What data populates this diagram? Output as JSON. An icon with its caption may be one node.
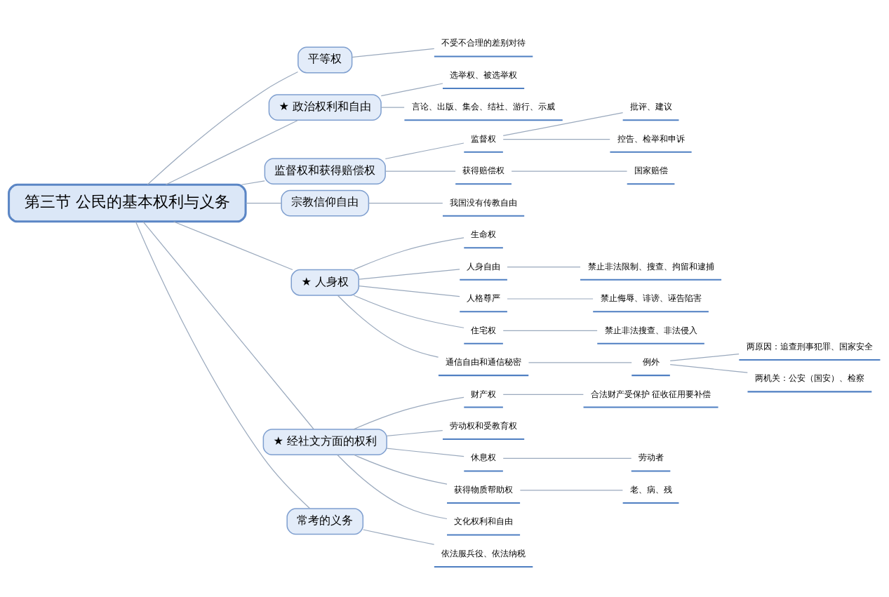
{
  "diagram": {
    "nodes": [
      {
        "text": [
          "第三节 公民的基本权利与义务"
        ]
      },
      {
        "text": [
          "平等权"
        ]
      },
      {
        "text": [
          "不受不合理的差别对待"
        ]
      },
      {
        "text": [
          "★ 政治权利和自由"
        ]
      },
      {
        "text": [
          "选举权、被选举权"
        ]
      },
      {
        "text": [
          "言论、出版、集会、结社、游行、示威"
        ]
      },
      {
        "text": [
          "监督权和获得赔偿权"
        ]
      },
      {
        "text": [
          "监督权"
        ]
      },
      {
        "text": [
          "批评、建议"
        ]
      },
      {
        "text": [
          "控告、检举和申诉"
        ]
      },
      {
        "text": [
          "获得赔偿权"
        ]
      },
      {
        "text": [
          "国家赔偿"
        ]
      },
      {
        "text": [
          "宗教信仰自由"
        ]
      },
      {
        "text": [
          "我国没有传教自由"
        ]
      },
      {
        "text": [
          "★ 人身权"
        ]
      },
      {
        "text": [
          "生命权"
        ]
      },
      {
        "text": [
          "人身自由"
        ]
      },
      {
        "text": [
          "禁止非法限制、搜查、拘留和逮捕"
        ]
      },
      {
        "text": [
          "人格尊严"
        ]
      },
      {
        "text": [
          "禁止侮辱、诽谤、诬告陷害"
        ]
      },
      {
        "text": [
          "住宅权"
        ]
      },
      {
        "text": [
          "禁止非法搜查、非法侵入"
        ]
      },
      {
        "text": [
          "通信自由和通信秘密"
        ]
      },
      {
        "text": [
          "例外"
        ]
      },
      {
        "text": [
          "两原因：追查刑事犯罪、国家安全"
        ]
      },
      {
        "text": [
          "两机关：公安（国安）、检察"
        ]
      },
      {
        "text": [
          "★ 经社文方面的权利"
        ]
      },
      {
        "text": [
          "财产权"
        ]
      },
      {
        "text": [
          "合法财产受保护 征收征用要补偿"
        ]
      },
      {
        "text": [
          "劳动权和受教育权"
        ]
      },
      {
        "text": [
          "休息权"
        ]
      },
      {
        "text": [
          "劳动者"
        ]
      },
      {
        "text": [
          "获得物质帮助权"
        ]
      },
      {
        "text": [
          "老、病、残"
        ]
      },
      {
        "text": [
          "文化权利和自由"
        ]
      },
      {
        "text": [
          "常考的义务"
        ]
      },
      {
        "text": [
          "依法服兵役、依法纳税"
        ]
      }
    ],
    "edges": [
      {
        "from": 0,
        "to": 1,
        "arrow": "none"
      },
      {
        "from": 1,
        "to": 2,
        "arrow": "none"
      },
      {
        "from": 0,
        "to": 3,
        "arrow": "none"
      },
      {
        "from": 3,
        "to": 4,
        "arrow": "none"
      },
      {
        "from": 3,
        "to": 5,
        "arrow": "none"
      },
      {
        "from": 0,
        "to": 6,
        "arrow": "none"
      },
      {
        "from": 6,
        "to": 7,
        "arrow": "none"
      },
      {
        "from": 7,
        "to": 8,
        "arrow": "none"
      },
      {
        "from": 7,
        "to": 9,
        "arrow": "none"
      },
      {
        "from": 6,
        "to": 10,
        "arrow": "none"
      },
      {
        "from": 10,
        "to": 11,
        "arrow": "none"
      },
      {
        "from": 0,
        "to": 12,
        "arrow": "none"
      },
      {
        "from": 12,
        "to": 13,
        "arrow": "none"
      },
      {
        "from": 0,
        "to": 14,
        "arrow": "none"
      },
      {
        "from": 14,
        "to": 15,
        "arrow": "none"
      },
      {
        "from": 14,
        "to": 16,
        "arrow": "none"
      },
      {
        "from": 16,
        "to": 17,
        "arrow": "none"
      },
      {
        "from": 14,
        "to": 18,
        "arrow": "none"
      },
      {
        "from": 18,
        "to": 19,
        "arrow": "none"
      },
      {
        "from": 14,
        "to": 20,
        "arrow": "none"
      },
      {
        "from": 20,
        "to": 21,
        "arrow": "none"
      },
      {
        "from": 14,
        "to": 22,
        "arrow": "none"
      },
      {
        "from": 22,
        "to": 23,
        "arrow": "none"
      },
      {
        "from": 23,
        "to": 24,
        "arrow": "none"
      },
      {
        "from": 23,
        "to": 25,
        "arrow": "none"
      },
      {
        "from": 0,
        "to": 26,
        "arrow": "none"
      },
      {
        "from": 26,
        "to": 27,
        "arrow": "none"
      },
      {
        "from": 27,
        "to": 28,
        "arrow": "none"
      },
      {
        "from": 26,
        "to": 29,
        "arrow": "none"
      },
      {
        "from": 26,
        "to": 30,
        "arrow": "none"
      },
      {
        "from": 30,
        "to": 31,
        "arrow": "none"
      },
      {
        "from": 26,
        "to": 32,
        "arrow": "none"
      },
      {
        "from": 32,
        "to": 33,
        "arrow": "none"
      },
      {
        "from": 26,
        "to": 34,
        "arrow": "none"
      },
      {
        "from": 0,
        "to": 35,
        "arrow": "none"
      },
      {
        "from": 35,
        "to": 36,
        "arrow": "none"
      }
    ]
  }
}
